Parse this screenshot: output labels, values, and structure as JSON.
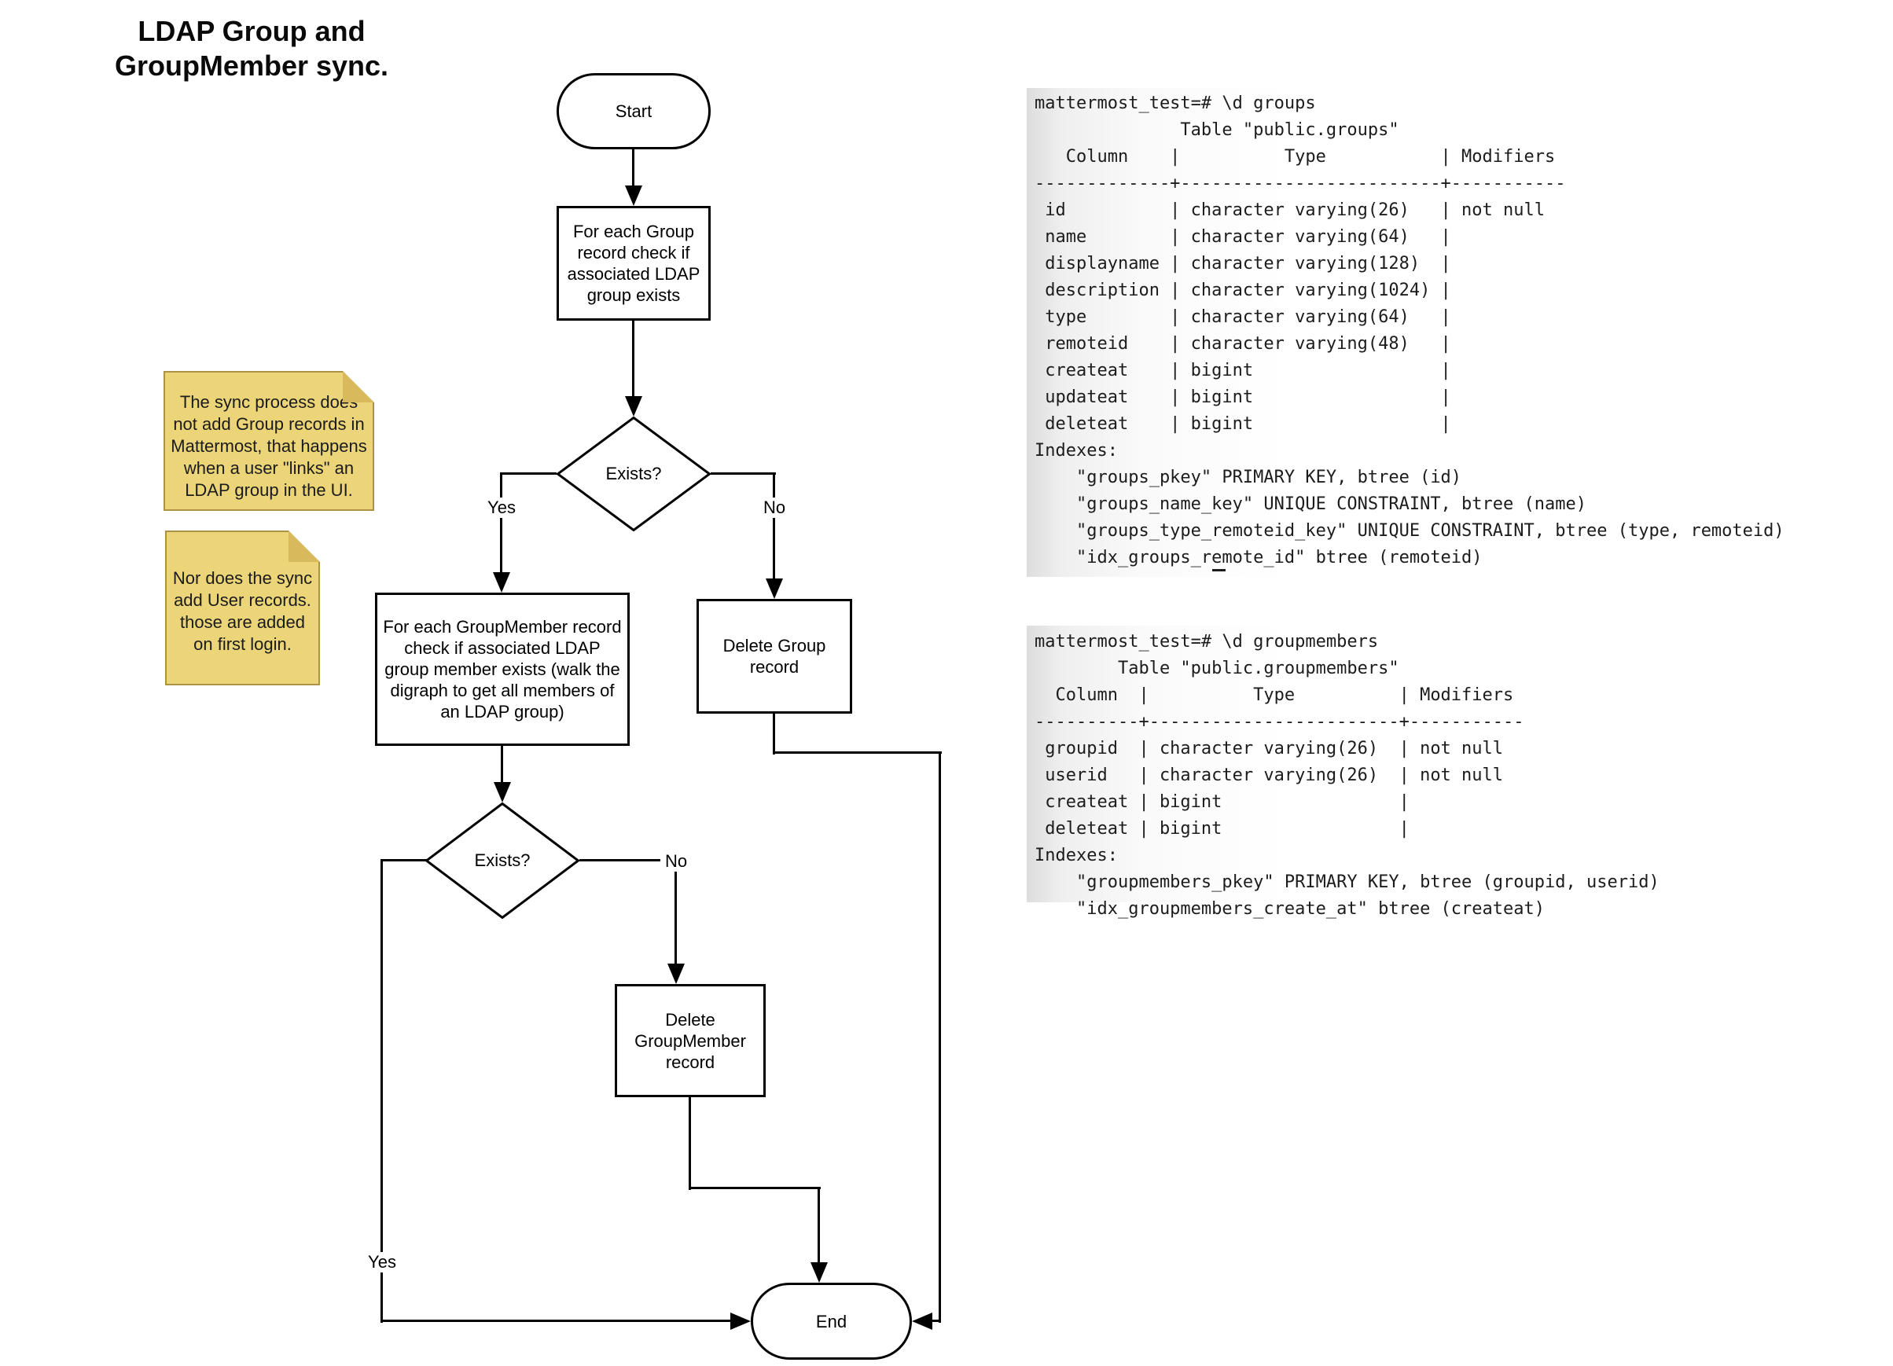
{
  "title": {
    "line1": "LDAP Group and",
    "line2": "GroupMember sync."
  },
  "flow": {
    "start": "Start",
    "check_group": {
      "lines": [
        "For each Group",
        "record check if",
        "associated LDAP",
        "group exists"
      ]
    },
    "exists1": "Exists?",
    "label_yes1": "Yes",
    "label_no1": "No",
    "check_member": {
      "lines": [
        "For each GroupMember record",
        "check if associated LDAP",
        "group member exists (walk the",
        "digraph to get all members of",
        "an LDAP group)"
      ]
    },
    "delete_group": {
      "lines": [
        "Delete Group",
        "record"
      ]
    },
    "exists2": "Exists?",
    "label_yes2": "Yes",
    "label_no2": "No",
    "delete_member": {
      "lines": [
        "Delete",
        "GroupMember",
        "record"
      ]
    },
    "end": "End"
  },
  "notes": {
    "note1": {
      "lines": [
        "The sync process does",
        "not add Group records in",
        "Mattermost, that happens",
        "when a user \"links\" an",
        "LDAP group in the UI."
      ]
    },
    "note2": {
      "lines": [
        "Nor does the sync",
        "add User records.",
        "those are added",
        "on first login."
      ]
    }
  },
  "terminals": {
    "groups": {
      "text": "mattermost_test=# \\d groups\n              Table \"public.groups\"\n   Column    |          Type           | Modifiers\n-------------+-------------------------+-----------\n id          | character varying(26)   | not null\n name        | character varying(64)   |\n displayname | character varying(128)  |\n description | character varying(1024) |\n type        | character varying(64)   |\n remoteid    | character varying(48)   |\n createat    | bigint                  |\n updateat    | bigint                  |\n deleteat    | bigint                  |\nIndexes:\n    \"groups_pkey\" PRIMARY KEY, btree (id)\n    \"groups_name_key\" UNIQUE CONSTRAINT, btree (name)\n    \"groups_type_remoteid_key\" UNIQUE CONSTRAINT, btree (type, remoteid)\n    \"idx_groups_remote_id\" btree (remoteid)"
    },
    "groupmembers": {
      "text": "mattermost_test=# \\d groupmembers\n        Table \"public.groupmembers\"\n  Column  |          Type          | Modifiers\n----------+------------------------+-----------\n groupid  | character varying(26)  | not null\n userid   | character varying(26)  | not null\n createat | bigint                 |\n deleteat | bigint                 |\nIndexes:\n    \"groupmembers_pkey\" PRIMARY KEY, btree (groupid, userid)\n    \"idx_groupmembers_create_at\" btree (createat)"
    }
  },
  "colors": {
    "note_fill": "#ecd579",
    "note_fold": "#d8ba5c",
    "note_border": "#ad9144",
    "stroke": "#000000",
    "terminal_text": "#1c1c1c"
  }
}
